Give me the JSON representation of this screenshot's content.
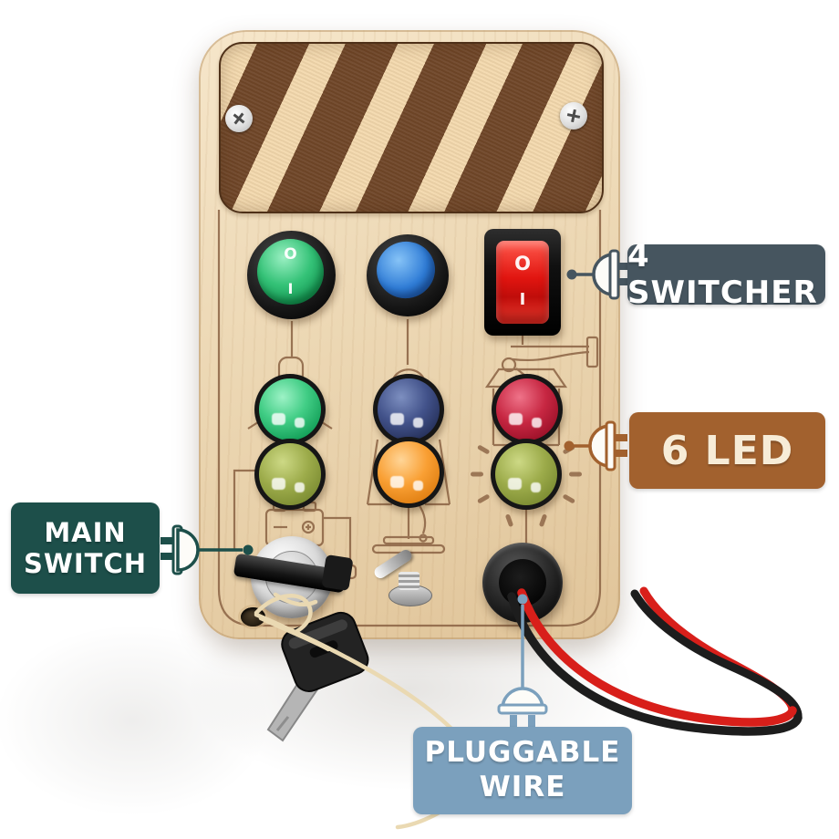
{
  "callouts": {
    "switcher": {
      "text": "4 SWITCHER",
      "bg": "#46555f",
      "fg": "#ffffff",
      "icon": "plug-icon"
    },
    "led": {
      "text": "6 LED",
      "bg": "#a2612e",
      "fg": "#f7ecd7",
      "icon": "plug-icon"
    },
    "main_switch": {
      "line1": "MAIN",
      "line2": "SWITCH",
      "bg": "#1d4f4a",
      "fg": "#ffffff",
      "icon": "plug-icon"
    },
    "pluggable_wire": {
      "line1": "PLUGGABLE",
      "line2": "WIRE",
      "bg": "#7ba0bd",
      "fg": "#ffffff",
      "icon": "plug-icon"
    }
  },
  "board": {
    "wood_color": "#ecd8b6",
    "stripe_brown": "#6f4628",
    "stripe_cream": "#f3d9ae",
    "switches": [
      {
        "name": "green-round-rocker-switch",
        "color": "#2eb96e",
        "marking_top": "O",
        "marking_bottom": "I"
      },
      {
        "name": "blue-round-rocker-switch",
        "color": "#2e7ad2"
      },
      {
        "name": "red-square-rocker-switch",
        "color": "#e11510",
        "marking_top": "O",
        "marking_bottom": "I"
      }
    ],
    "leds": [
      {
        "name": "green-led",
        "color": "#2fc47c"
      },
      {
        "name": "navy-blue-led",
        "color": "#2f3e66"
      },
      {
        "name": "red-led",
        "color": "#bb1a33"
      },
      {
        "name": "olive-led",
        "color": "#90a040"
      },
      {
        "name": "orange-led",
        "color": "#f79a26"
      },
      {
        "name": "olive-led",
        "color": "#90a040"
      }
    ],
    "hardware": [
      "key-switch",
      "toggle-switch",
      "wire-socket",
      "phillips-screw",
      "phillips-screw",
      "spare-key",
      "tether-string",
      "red-black-wire"
    ]
  }
}
